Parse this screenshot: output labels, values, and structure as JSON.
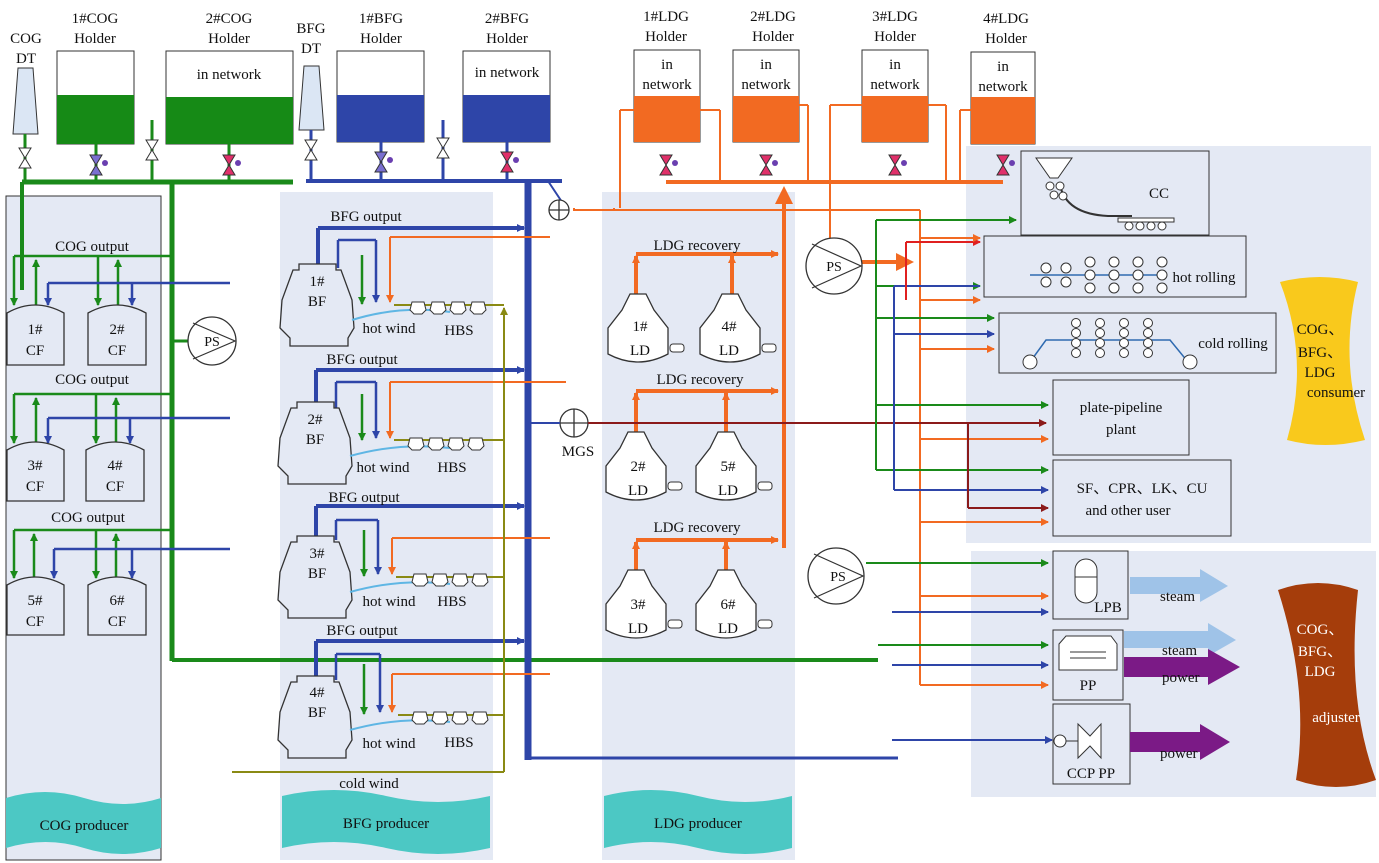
{
  "holders": {
    "cog_dt": [
      "COG",
      "DT"
    ],
    "cog1": [
      "1#COG",
      "Holder"
    ],
    "cog2": [
      "2#COG",
      "Holder"
    ],
    "cog2_status": "in network",
    "bfg_dt": [
      "BFG",
      "DT"
    ],
    "bfg1": [
      "1#BFG",
      "Holder"
    ],
    "bfg2": [
      "2#BFG",
      "Holder"
    ],
    "bfg2_status": "in network",
    "ldg1": [
      "1#LDG",
      "Holder"
    ],
    "ldg2": [
      "2#LDG",
      "Holder"
    ],
    "ldg3": [
      "3#LDG",
      "Holder"
    ],
    "ldg4": [
      "4#LDG",
      "Holder"
    ],
    "ldg_status": [
      "in",
      "network"
    ]
  },
  "cog_section": {
    "output_label": "COG output",
    "ovens": [
      [
        "1#",
        "CF"
      ],
      [
        "2#",
        "CF"
      ],
      [
        "3#",
        "CF"
      ],
      [
        "4#",
        "CF"
      ],
      [
        "5#",
        "CF"
      ],
      [
        "6#",
        "CF"
      ]
    ],
    "producer": "COG  producer"
  },
  "bfg_section": {
    "output_label": "BFG output",
    "furnaces": [
      [
        "1#",
        "BF"
      ],
      [
        "2#",
        "BF"
      ],
      [
        "3#",
        "BF"
      ],
      [
        "4#",
        "BF"
      ]
    ],
    "hot_wind": "hot wind",
    "hbs": "HBS",
    "cold_wind": "cold wind",
    "producer": "BFG  producer"
  },
  "ldg_section": {
    "recovery": "LDG recovery",
    "converters": [
      [
        "1#",
        "LD"
      ],
      [
        "4#",
        "LD"
      ],
      [
        "2#",
        "LD"
      ],
      [
        "5#",
        "LD"
      ],
      [
        "3#",
        "LD"
      ],
      [
        "6#",
        "LD"
      ]
    ],
    "producer": "LDG  producer"
  },
  "mixing": {
    "ps": "PS",
    "mgs": "MGS"
  },
  "consumers": {
    "cc": "CC",
    "hot_rolling": "hot rolling",
    "cold_rolling": "cold rolling",
    "plate_pipeline": [
      "plate-pipeline",
      "plant"
    ],
    "other_users": [
      "SF、CPR、LK、CU",
      "and other user"
    ],
    "banner": [
      "COG、",
      "BFG、",
      "LDG",
      "consumer"
    ]
  },
  "adjusters": {
    "lpb": "LPB",
    "pp": "PP",
    "ccp_pp": "CCP PP",
    "steam": "steam",
    "power": "power",
    "banner": [
      "COG、",
      "BFG、",
      "LDG",
      "adjuster"
    ]
  },
  "colors": {
    "cog": "#1a8a1a",
    "bfg": "#2e45a8",
    "ldg": "#f26a22",
    "panel": "#e4e9f4",
    "producer": "#4cc8c4",
    "consumer_banner": "#f9c91c",
    "adjuster_banner": "#a53d0b",
    "steam": "#9fc3e8",
    "power": "#7b1a86",
    "cold_wind": "#8a8a14",
    "mgs_line": "#8b1a1a",
    "hot_wind": "#5fb6e4"
  }
}
